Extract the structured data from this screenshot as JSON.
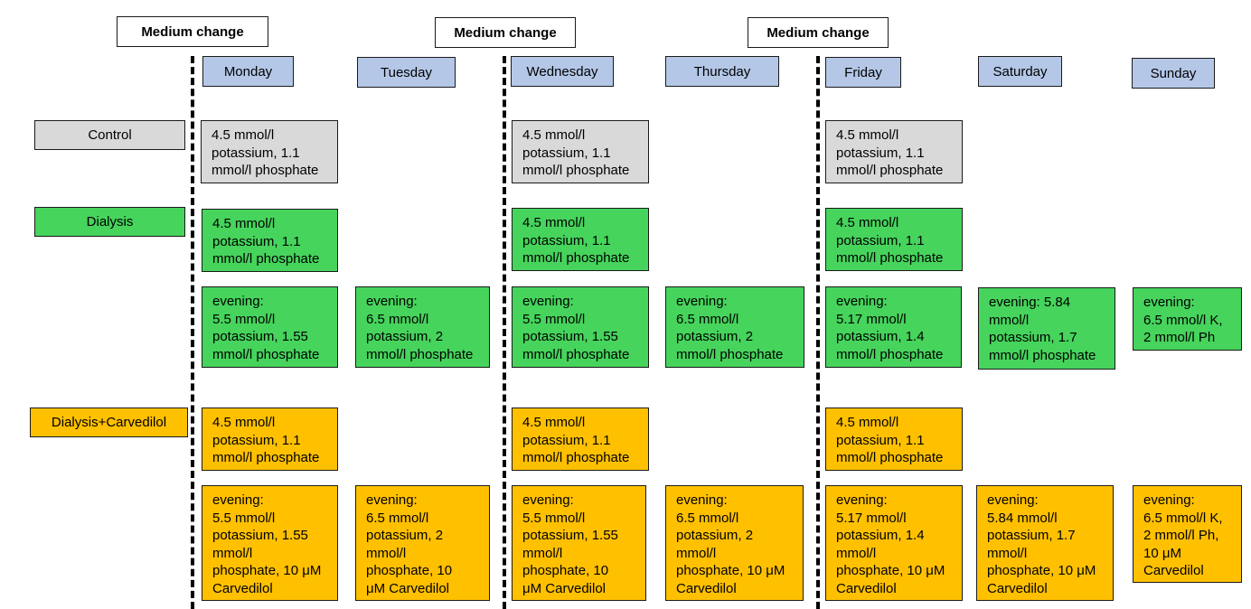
{
  "headers": {
    "h1": "Medium change",
    "h2": "Medium change",
    "h3": "Medium change"
  },
  "days": {
    "mon": "Monday",
    "tue": "Tuesday",
    "wed": "Wednesday",
    "thu": "Thursday",
    "fri": "Friday",
    "sat": "Saturday",
    "sun": "Sunday"
  },
  "groups": {
    "control": "Control",
    "dialysis": "Dialysis",
    "carvedilol": "Dialysis+Carvedilol"
  },
  "colors": {
    "control": "#d9d9d9",
    "dialysis": "#46d45c",
    "carvedilol": "#ffc000",
    "day": "#b4c7e7"
  },
  "cells": {
    "control_mon": "4.5 mmol/l\npotassium, 1.1\nmmol/l phosphate",
    "control_wed": "4.5 mmol/l\npotassium, 1.1\nmmol/l phosphate",
    "control_fri": "4.5 mmol/l\npotassium, 1.1\nmmol/l phosphate",
    "dialysis_mon": "4.5 mmol/l\npotassium, 1.1\nmmol/l phosphate",
    "dialysis_wed": "4.5 mmol/l\npotassium, 1.1\nmmol/l phosphate",
    "dialysis_fri": "4.5 mmol/l\npotassium, 1.1\nmmol/l phosphate",
    "dialysis_eve_mon": "evening:\n5.5 mmol/l\npotassium, 1.55\nmmol/l phosphate",
    "dialysis_eve_tue": "evening:\n6.5 mmol/l\npotassium, 2\nmmol/l phosphate",
    "dialysis_eve_wed": "evening:\n5.5 mmol/l\npotassium, 1.55\nmmol/l phosphate",
    "dialysis_eve_thu": "evening:\n6.5 mmol/l\npotassium, 2\nmmol/l phosphate",
    "dialysis_eve_fri": "evening:\n5.17 mmol/l\npotassium, 1.4\nmmol/l phosphate",
    "dialysis_eve_sat": "evening: 5.84\nmmol/l\npotassium, 1.7\nmmol/l phosphate",
    "dialysis_eve_sun": "evening:\n6.5 mmol/l K,\n2 mmol/l Ph",
    "carv_mon": "4.5 mmol/l\npotassium, 1.1\nmmol/l phosphate",
    "carv_wed": "4.5 mmol/l\npotassium, 1.1\nmmol/l phosphate",
    "carv_fri": "4.5 mmol/l\npotassium, 1.1\nmmol/l phosphate",
    "carv_eve_mon": "evening:\n5.5 mmol/l\npotassium, 1.55\nmmol/l\nphosphate, 10 μM\nCarvedilol",
    "carv_eve_tue": "evening:\n6.5 mmol/l\npotassium, 2\nmmol/l\nphosphate, 10\nμM Carvedilol",
    "carv_eve_wed": "evening:\n5.5 mmol/l\npotassium, 1.55\nmmol/l\nphosphate, 10\nμM Carvedilol",
    "carv_eve_thu": "evening:\n6.5 mmol/l\npotassium, 2\nmmol/l\nphosphate, 10 μM\nCarvedilol",
    "carv_eve_fri": "evening:\n5.17 mmol/l\npotassium, 1.4\nmmol/l\nphosphate, 10 μM\nCarvedilol",
    "carv_eve_sat": "evening:\n5.84 mmol/l\npotassium, 1.7\nmmol/l\nphosphate, 10 μM\nCarvedilol",
    "carv_eve_sun": "evening:\n6.5 mmol/l K,\n2 mmol/l Ph,\n10 μM\nCarvedilol"
  }
}
